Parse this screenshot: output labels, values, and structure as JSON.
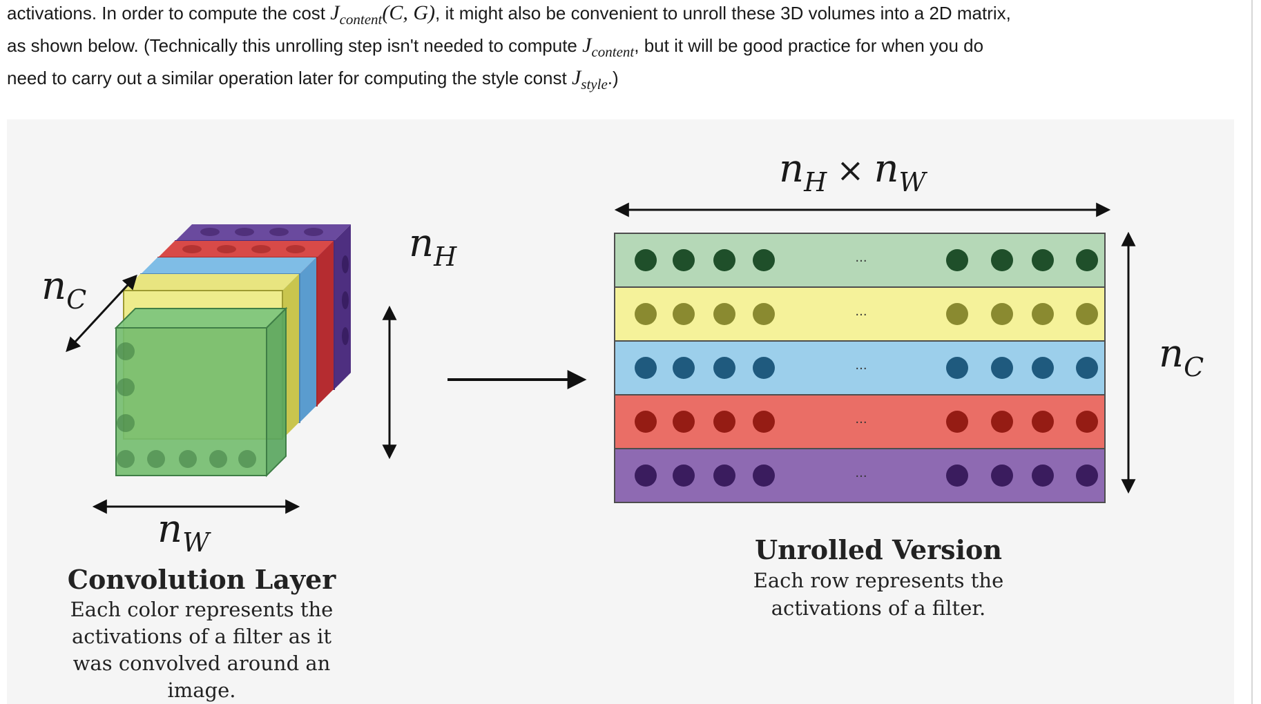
{
  "prose": {
    "line1_a": "activations. In order to compute the cost ",
    "line1_j": "J",
    "line1_sub": "content",
    "line1_args": "(C, G)",
    "line1_b": ", it might also be convenient to unroll these 3D volumes into a 2D matrix,",
    "line2_a": "as shown below. (Technically this unrolling step isn't needed to compute ",
    "line2_j": "J",
    "line2_sub": "content",
    "line2_b": ", but it will be good practice for when you do",
    "line3_a": "need to carry out a similar operation later for computing the style const ",
    "line3_j": "J",
    "line3_sub": "style",
    "line3_b": ".)"
  },
  "figure": {
    "left_labels": {
      "nc": "n",
      "nc_sub": "C",
      "nw": "n",
      "nw_sub": "W",
      "nh": "n",
      "nh_sub": "H"
    },
    "left_caption": {
      "title": "Convolution Layer",
      "lines": [
        "Each color represents the",
        "activations of a filter as it",
        "was convolved around an",
        "image."
      ]
    },
    "right_labels": {
      "top": "n",
      "top_sub1": "H",
      "times": "×",
      "top2": "n",
      "top_sub2": "W",
      "side": "n",
      "side_sub": "C"
    },
    "right_caption": {
      "title": "Unrolled Version",
      "lines": [
        "Each row represents the",
        "activations of a filter."
      ]
    },
    "ellipsis": "...",
    "rows": [
      {
        "name": "green",
        "fill": "#b5d8b7",
        "dot": "#1f4f2a"
      },
      {
        "name": "yellow",
        "fill": "#f5f29a",
        "dot": "#8a8a30"
      },
      {
        "name": "blue",
        "fill": "#9ccfeb",
        "dot": "#1f5a7e"
      },
      {
        "name": "red",
        "fill": "#ea6e66",
        "dot": "#951c14"
      },
      {
        "name": "purple",
        "fill": "#8e6ab2",
        "dot": "#3a1c5e"
      }
    ]
  }
}
